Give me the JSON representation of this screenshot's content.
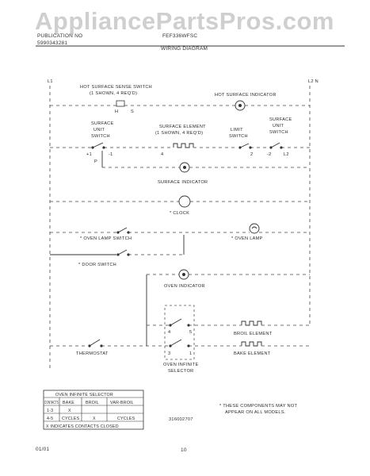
{
  "watermark": "AppliancePartsPros.com",
  "header": {
    "left_line1": "PUBLICATION NO",
    "left_line2": "5990343281",
    "model": "FEF336WFSC",
    "title": "WIRING DIAGRAM"
  },
  "rails": {
    "left": "L1",
    "right": "L2 N"
  },
  "labels": {
    "hot_surface_sense_switch": "HOT SURFACE SENSE SWITCH",
    "hot_surface_sense_switch_sub": "(1 SHOWN, 4 REQ'D)",
    "hot_surface_indicator": "HOT SURFACE INDICATOR",
    "h": "H",
    "s": "S",
    "surface_unit_switch_left_1": "SURFACE",
    "surface_unit_switch_left_2": "UNIT",
    "surface_unit_switch_left_3": "SWITCH",
    "surface_element": "SURFACE ELEMENT",
    "surface_element_sub": "(1 SHOWN, 4 REQ'D)",
    "limit_switch_1": "LIMIT",
    "limit_switch_2": "SWITCH",
    "surface_unit_switch_right_1": "SURFACE",
    "surface_unit_switch_right_2": "UNIT",
    "surface_unit_switch_right_3": "SWITCH",
    "t_plus1": "+1",
    "t_minus1": "-1",
    "t_p": "P",
    "t_4": "4",
    "t_2": "2",
    "t_minus2": "-2",
    "t_l2": "L2",
    "surface_indicator": "SURFACE INDICATOR",
    "clock": "* CLOCK",
    "oven_lamp_switch": "* OVEN LAMP SWITCH",
    "oven_lamp": "* OVEN LAMP",
    "door_switch": "* DOOR SWITCH",
    "oven_indicator": "OVEN INDICATOR",
    "t_sel_4": "4",
    "t_sel_5": "5",
    "t_sel_3": "3",
    "t_sel_1": "1",
    "broil_element": "BROIL ELEMENT",
    "thermostat": "THERMOSTAT",
    "bake_element": "BAKE ELEMENT",
    "oven_infinite_selector_1": "OVEN INFINITE",
    "oven_infinite_selector_2": "SELECTOR"
  },
  "selector_table": {
    "title": "OVEN INFINITE SELECTOR",
    "columns": [
      "CONTACTS",
      "BAKE",
      "BROIL",
      "VAR-BROIL"
    ],
    "rows": [
      [
        "1-3",
        "X",
        "",
        ""
      ],
      [
        "4-5",
        "CYCLES",
        "X",
        "CYCLES"
      ]
    ],
    "footnote": "X INDICATES CONTACTS CLOSED"
  },
  "notes": {
    "components_1": "* THESE COMPONENTS MAY NOT",
    "components_2": "APPEAR ON ALL MODELS.",
    "part_number": "316002707"
  },
  "footer": {
    "date": "01/01",
    "page": "10"
  }
}
